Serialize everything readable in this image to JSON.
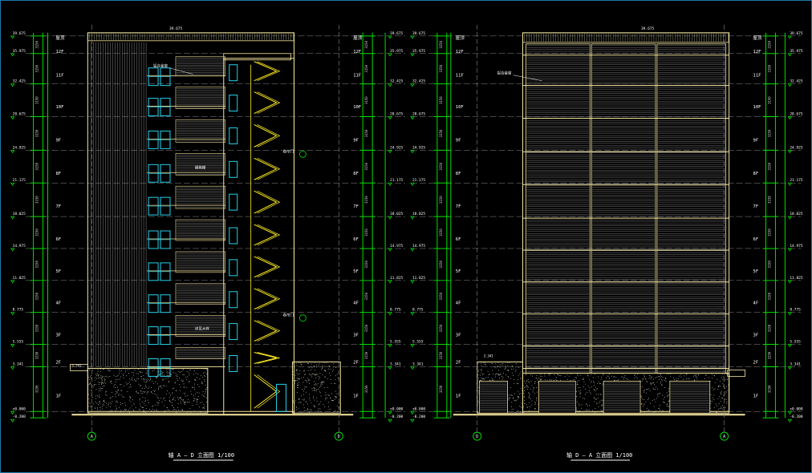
{
  "colors": {
    "background": "#000000",
    "outline": "#f5e6a0",
    "dim": "#00e000",
    "grid": "#8a8a8a",
    "window": "#22d3ee",
    "stair": "#ffee22",
    "annotation": "#ffffff",
    "axis_bubble": "#00e000"
  },
  "title_left": "轴 A — D 立面图 1/100",
  "title_right": "轴 D — A 立面图 1/100",
  "floors_left": [
    "屋顶",
    "12F",
    "11F",
    "10F",
    "9F",
    "8F",
    "7F",
    "6F",
    "5F",
    "4F",
    "3F",
    "2F",
    "1F"
  ],
  "floors_right": [
    "屋顶",
    "12F",
    "11F",
    "10F",
    "9F",
    "8F",
    "7F",
    "6F",
    "5F",
    "4F",
    "3F",
    "2F",
    "1F"
  ],
  "levels": [
    "39.675",
    "35.975",
    "32.425",
    "28.675",
    "24.925",
    "21.175",
    "18.025",
    "14.975",
    "11.825",
    "8.775",
    "5.555",
    "3.341",
    "±0.000",
    "-0.200"
  ],
  "axis_labels_left": [
    "A",
    "D"
  ],
  "axis_labels_right": [
    "D",
    "A"
  ],
  "top_dims": [
    "39.675",
    "39.675"
  ],
  "notes": [
    "卷帘门",
    "铝合金窗",
    "钢格栅",
    "详见大样"
  ],
  "canopy_label": "3.341"
}
